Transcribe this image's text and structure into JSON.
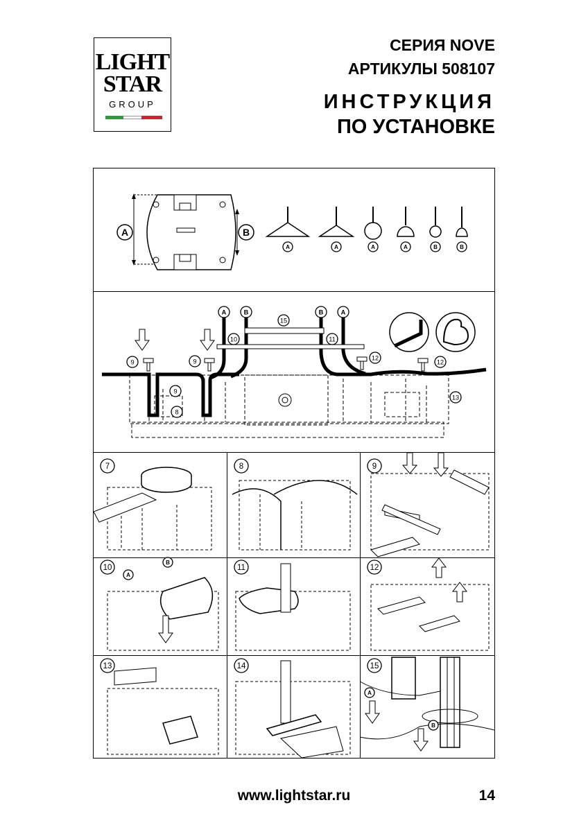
{
  "logo": {
    "line1": "LIGHT",
    "line2": "STAR",
    "line3": "GROUP"
  },
  "header": {
    "series": "СЕРИЯ NOVE",
    "articles": "АРТИКУЛЫ 508107",
    "title_line1": "ИНСТРУКЦИЯ",
    "title_line2": "ПО УСТАНОВКЕ"
  },
  "overview": {
    "dim_a": "A",
    "dim_b": "B",
    "shade_labels": [
      "A",
      "A",
      "A",
      "A",
      "B",
      "B"
    ]
  },
  "assembly": {
    "wire_labels": [
      "A",
      "B",
      "B",
      "A"
    ],
    "part_numbers": [
      "15",
      "10",
      "11",
      "9",
      "9",
      "12",
      "12",
      "9",
      "8",
      "13"
    ]
  },
  "steps": [
    "7",
    "8",
    "9",
    "10",
    "11",
    "12",
    "13",
    "14",
    "15"
  ],
  "step_letters": {
    "s10_a": "A",
    "s10_b": "B",
    "s15_a": "A",
    "s15_b": "B"
  },
  "footer": {
    "url": "www.lightstar.ru",
    "page": "14"
  },
  "colors": {
    "flag_green": "#2a9d3a",
    "flag_white": "#ffffff",
    "flag_red": "#d3212d"
  }
}
